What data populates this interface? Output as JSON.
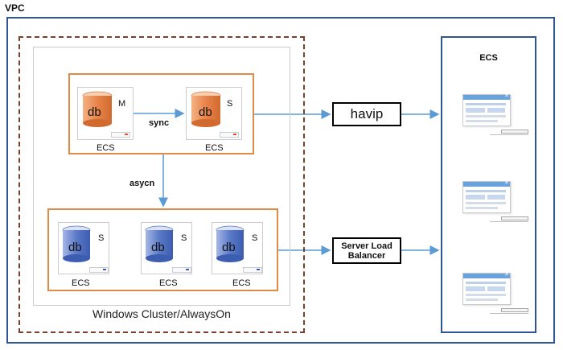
{
  "vpc_label": "VPC",
  "cluster_label": "Windows Cluster/AlwaysOn",
  "top_group": {
    "servers": [
      {
        "db": "db",
        "role": "M",
        "label": "ECS"
      },
      {
        "db": "db",
        "role": "S",
        "label": "ECS"
      }
    ],
    "sync_label": "sync"
  },
  "async_label": "asycn",
  "bottom_group": {
    "servers": [
      {
        "db": "db",
        "role": "S",
        "label": "ECS"
      },
      {
        "db": "db",
        "role": "S",
        "label": "ECS"
      },
      {
        "db": "db",
        "role": "S",
        "label": "ECS"
      }
    ]
  },
  "havip_label": "havip",
  "slb_label": "Server Load Balancer",
  "ecs_pool_title": "ECS",
  "ecs_pool_count": 3,
  "colors": {
    "orange_frame": "#e08a47",
    "blue_frame": "#2f5597",
    "cluster_dash": "#7b3f2a",
    "arrow": "#5b9bd5",
    "db_orange": "#e8834a",
    "db_blue": "#5a79c7"
  },
  "icons": [
    "db-cylinder-icon",
    "server-drive-icon",
    "window-card-icon"
  ]
}
